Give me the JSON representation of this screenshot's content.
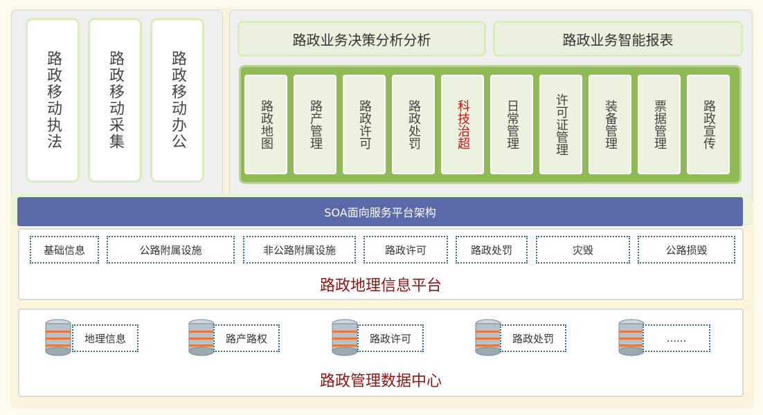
{
  "mobile_apps": [
    {
      "label": "路政移动执法"
    },
    {
      "label": "路政移动采集"
    },
    {
      "label": "路政移动办公"
    }
  ],
  "top_bars": [
    {
      "label": "路政业务决策分析分析"
    },
    {
      "label": "路政业务智能报表"
    }
  ],
  "modules": [
    {
      "label": "路政地图",
      "color": "#444444"
    },
    {
      "label": "路产管理",
      "color": "#444444"
    },
    {
      "label": "路政许可",
      "color": "#444444"
    },
    {
      "label": "路政处罚",
      "color": "#444444"
    },
    {
      "label": "科技治超",
      "color": "#cc1111"
    },
    {
      "label": "日常管理",
      "color": "#444444"
    },
    {
      "label": "许可证管理",
      "color": "#444444"
    },
    {
      "label": "装备管理",
      "color": "#444444"
    },
    {
      "label": "票据管理",
      "color": "#444444"
    },
    {
      "label": "路政宣传",
      "color": "#444444"
    }
  ],
  "soa": {
    "label": "SOA面向服务平台架构"
  },
  "gis_platform": {
    "items": [
      {
        "label": "基础信息"
      },
      {
        "label": "公路附属设施"
      },
      {
        "label": "非公路附属设施"
      },
      {
        "label": "路政许可"
      },
      {
        "label": "路政处罚"
      },
      {
        "label": "灾毁"
      },
      {
        "label": "公路损毁"
      }
    ],
    "title": "路政地理信息平台"
  },
  "data_center": {
    "databases": [
      {
        "label": "地理信息"
      },
      {
        "label": "路产路权"
      },
      {
        "label": "路政许可"
      },
      {
        "label": "路政处罚"
      },
      {
        "label": "......"
      }
    ],
    "title": "路政管理数据中心"
  },
  "colors": {
    "soa_bar": "#5c69a8",
    "module_panel": "#8fba55",
    "title_red": "#8b1513",
    "highlight_red": "#cc1111"
  }
}
